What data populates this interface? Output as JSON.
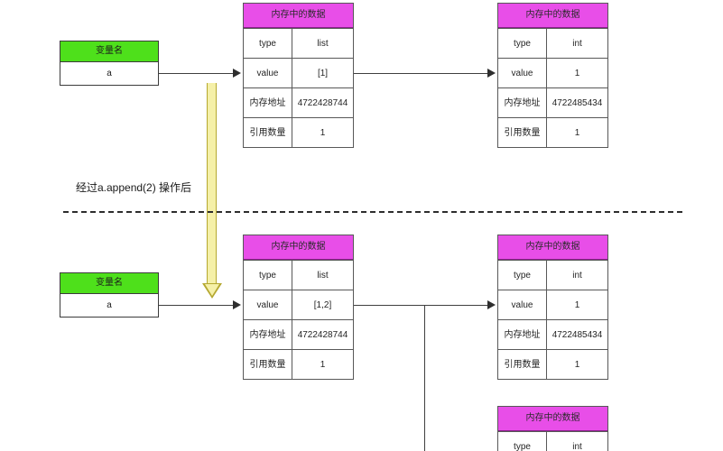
{
  "diagram": {
    "caption": "经过a.append(2) 操作后",
    "labels": {
      "variable_header": "变量名",
      "memory_header": "内存中的数据",
      "row_type": "type",
      "row_value": "value",
      "row_address": "内存地址",
      "row_refcount": "引用数量"
    },
    "colors": {
      "variable_header_bg": "#4ee01b",
      "memory_header_bg": "#e84ee8",
      "memory_header_border": "#8c1f8c",
      "arrow": "#2e2e2e",
      "yellow_arrow_fill": "#f5f0a8",
      "yellow_arrow_border": "#b5a830"
    }
  },
  "before": {
    "variable": {
      "header": "变量名",
      "value": "a"
    },
    "list_object": {
      "header": "内存中的数据",
      "rows": [
        {
          "key": "type",
          "value": "list"
        },
        {
          "key": "value",
          "value": "[1]"
        },
        {
          "key": "内存地址",
          "value": "4722428744"
        },
        {
          "key": "引用数量",
          "value": "1"
        }
      ]
    },
    "int_object": {
      "header": "内存中的数据",
      "rows": [
        {
          "key": "type",
          "value": "int"
        },
        {
          "key": "value",
          "value": "1"
        },
        {
          "key": "内存地址",
          "value": "4722485434"
        },
        {
          "key": "引用数量",
          "value": "1"
        }
      ]
    }
  },
  "after": {
    "variable": {
      "header": "变量名",
      "value": "a"
    },
    "list_object": {
      "header": "内存中的数据",
      "rows": [
        {
          "key": "type",
          "value": "list"
        },
        {
          "key": "value",
          "value": "[1,2]"
        },
        {
          "key": "内存地址",
          "value": "4722428744"
        },
        {
          "key": "引用数量",
          "value": "1"
        }
      ]
    },
    "int_object": {
      "header": "内存中的数据",
      "rows": [
        {
          "key": "type",
          "value": "int"
        },
        {
          "key": "value",
          "value": "1"
        },
        {
          "key": "内存地址",
          "value": "4722485434"
        },
        {
          "key": "引用数量",
          "value": "1"
        }
      ]
    },
    "int_object_2": {
      "header": "内存中的数据",
      "rows": [
        {
          "key": "type",
          "value": "int"
        }
      ]
    }
  }
}
